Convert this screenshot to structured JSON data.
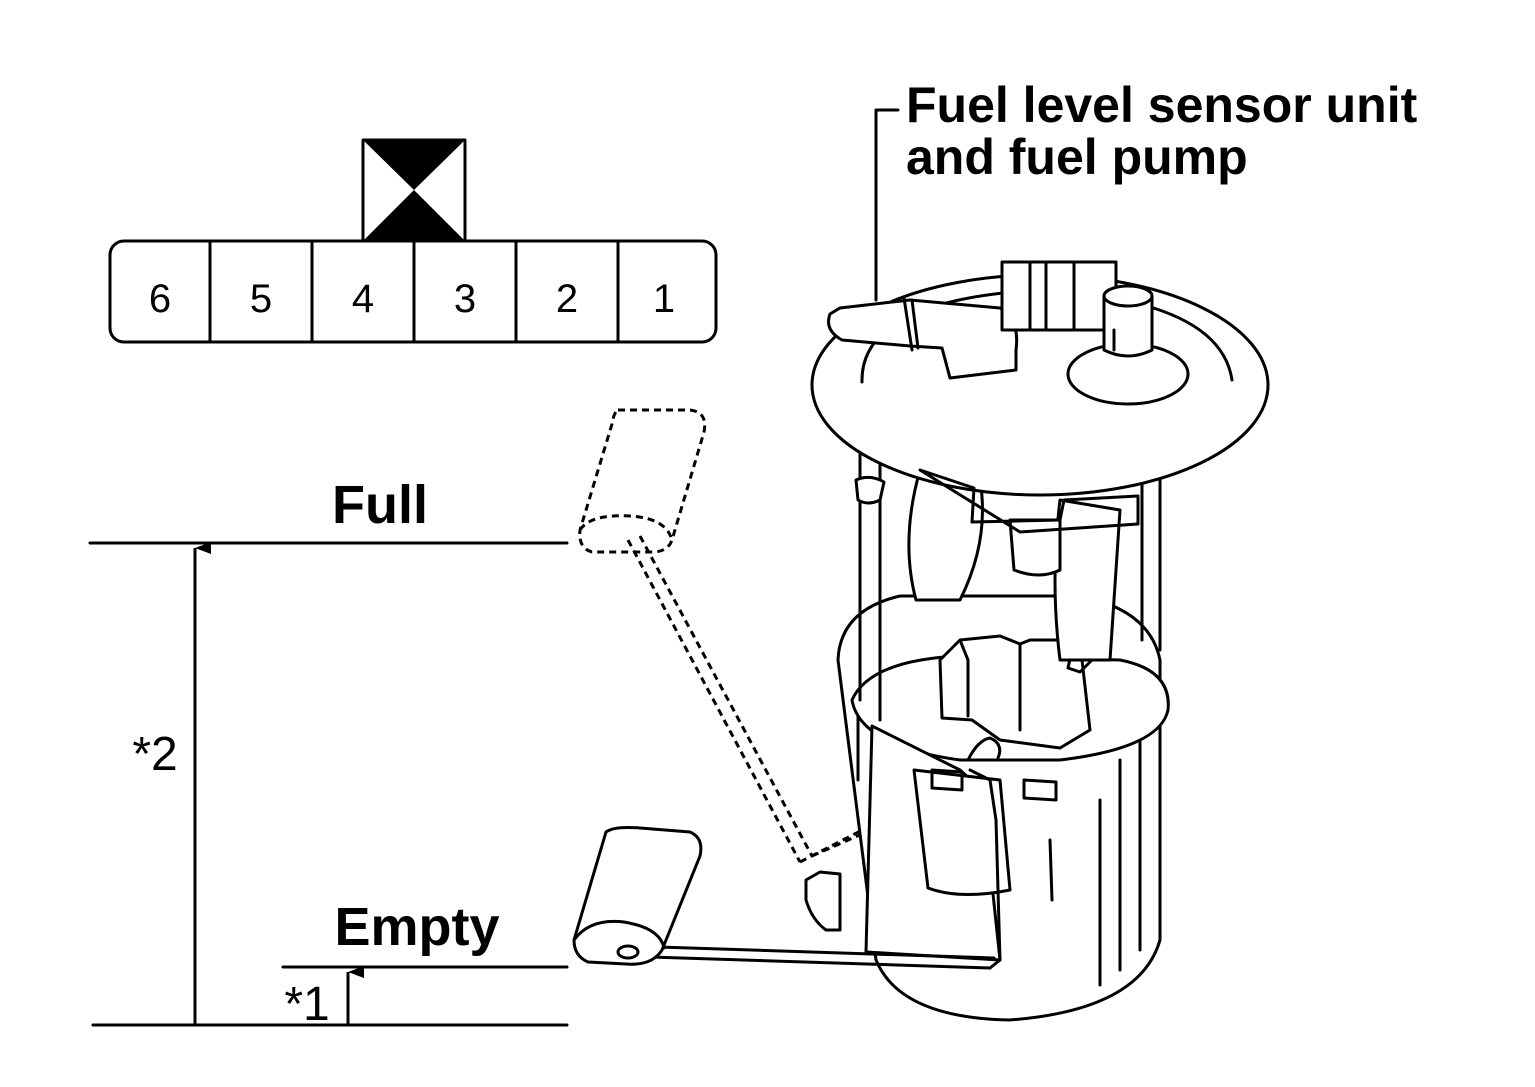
{
  "labels": {
    "component_line1": "Fuel level sensor unit",
    "component_line2": "and fuel pump",
    "full": "Full",
    "empty": "Empty",
    "dim_total": "*2",
    "dim_offset": "*1"
  },
  "connector": {
    "terminals": [
      "6",
      "5",
      "4",
      "3",
      "2",
      "1"
    ]
  }
}
